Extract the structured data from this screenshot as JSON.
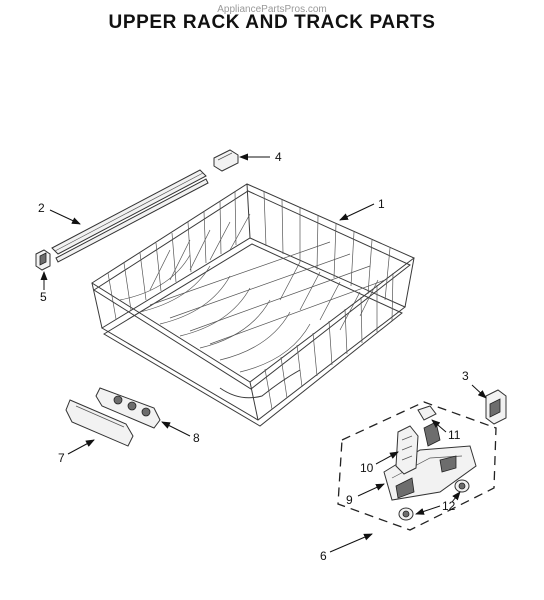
{
  "watermark": "AppliancePartsPros.com",
  "title": "UPPER RACK AND TRACK PARTS",
  "callouts": [
    {
      "id": "1",
      "label": "1"
    },
    {
      "id": "2",
      "label": "2"
    },
    {
      "id": "3",
      "label": "3"
    },
    {
      "id": "4",
      "label": "4"
    },
    {
      "id": "5",
      "label": "5"
    },
    {
      "id": "6",
      "label": "6"
    },
    {
      "id": "7",
      "label": "7"
    },
    {
      "id": "8",
      "label": "8"
    },
    {
      "id": "9",
      "label": "9"
    },
    {
      "id": "10",
      "label": "10"
    },
    {
      "id": "11",
      "label": "11"
    },
    {
      "id": "12",
      "label": "12"
    }
  ]
}
